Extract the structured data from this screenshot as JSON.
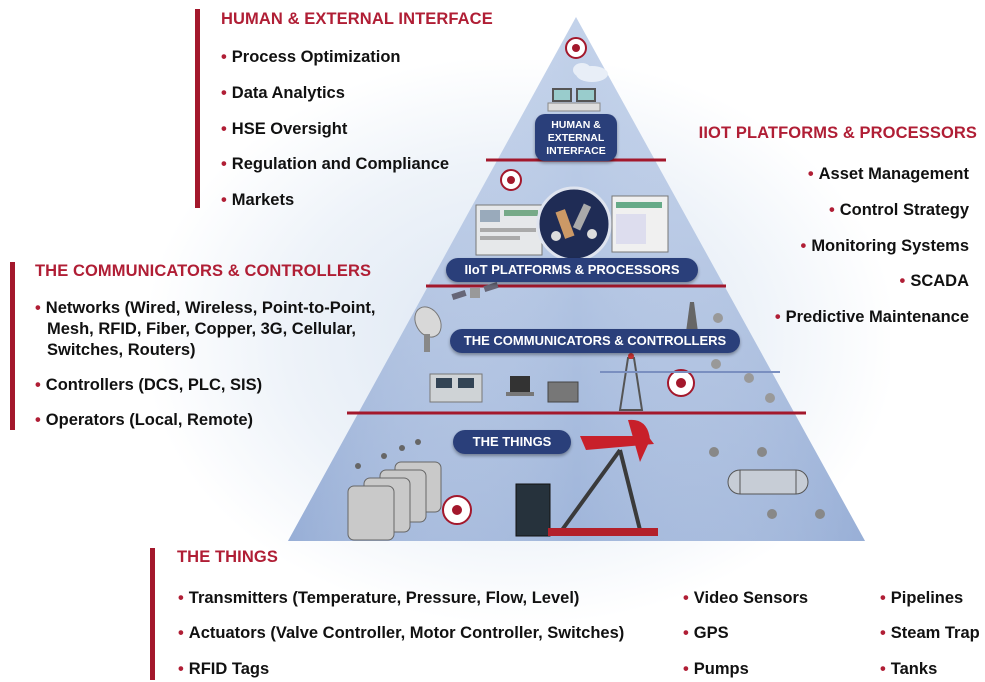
{
  "sections": {
    "human": {
      "title": "HUMAN & EXTERNAL INTERFACE",
      "items": [
        "Process Optimization",
        "Data Analytics",
        "HSE Oversight",
        "Regulation and Compliance",
        "Markets"
      ]
    },
    "iiot": {
      "title": "IIOT PLATFORMS & PROCESSORS",
      "items": [
        "Asset Management",
        "Control Strategy",
        "Monitoring Systems",
        "SCADA",
        "Predictive Maintenance"
      ]
    },
    "comm": {
      "title": "THE COMMUNICATORS & CONTROLLERS",
      "items": [
        [
          "Networks (Wired, Wireless, Point-to-Point,",
          "Mesh, RFID, Fiber, Copper, 3G, Cellular,",
          "Switches, Routers)"
        ],
        [
          "Controllers (DCS, PLC, SIS)"
        ],
        [
          "Operators (Local, Remote)"
        ]
      ]
    },
    "things": {
      "title": "THE THINGS",
      "col1": [
        "Transmitters (Temperature, Pressure, Flow, Level)",
        "Actuators (Valve Controller, Motor Controller, Switches)",
        "RFID Tags"
      ],
      "col2": [
        "Video Sensors",
        "GPS",
        "Pumps"
      ],
      "col3": [
        "Pipelines",
        "Steam Trap",
        "Tanks"
      ]
    }
  },
  "pyramid": {
    "labels": {
      "human": [
        "HUMAN &",
        "EXTERNAL",
        "INTERFACE"
      ],
      "iiot": "IIoT PLATFORMS & PROCESSORS",
      "comm": "THE COMMUNICATORS & CONTROLLERS",
      "things": "THE THINGS"
    }
  },
  "colors": {
    "accent": "#b01e35",
    "pill": "#2a3f7a",
    "pyramid": "#a9bddf",
    "divider": "#a3182c"
  },
  "icons": [
    "shield-logo-icon",
    "cloud-icon",
    "control-desk-icon",
    "screens-icon",
    "robot-arm-icon",
    "satellite-icon",
    "dish-icon",
    "tower-icon",
    "computer-icon",
    "laptop-icon",
    "tank-icon",
    "pump-jack-icon",
    "heat-exchanger-icon",
    "sensor-icon"
  ]
}
